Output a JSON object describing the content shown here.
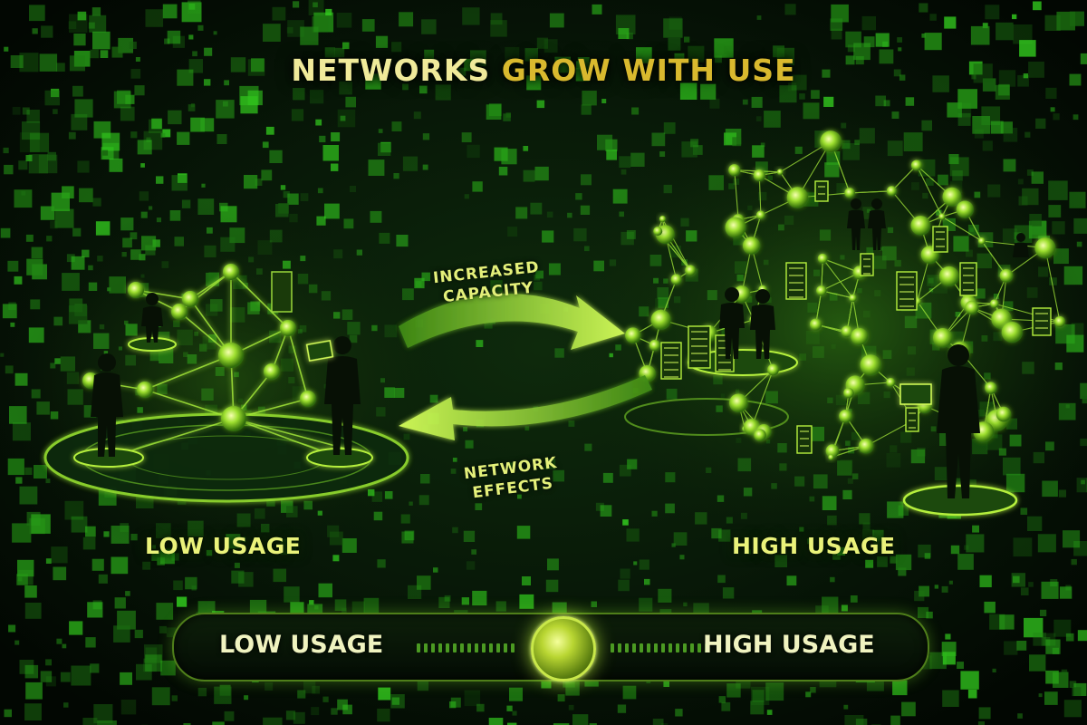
{
  "title": {
    "part1": "NETWORKS",
    "part2": "GROW WITH USE"
  },
  "left_section": {
    "label": "LOW USAGE"
  },
  "right_section": {
    "label": "HIGH USAGE"
  },
  "cycle": {
    "top_arrow": {
      "line1": "INCREASED",
      "line2": "CAPACITY"
    },
    "bottom_arrow": {
      "line1": "NETWORK",
      "line2": "EFFECTS"
    }
  },
  "slider": {
    "left_label": "LOW USAGE",
    "right_label": "HIGH USAGE",
    "value_percent": 50
  },
  "colors": {
    "background": "#061206",
    "glow": "#c6ff3a",
    "title_light": "#f0ea9a",
    "title_gold": "#d9b92e",
    "label": "#eaf27a"
  },
  "icons": [
    "person-silhouette-icon",
    "server-rack-icon",
    "network-node-icon",
    "cycle-arrow-icon"
  ]
}
